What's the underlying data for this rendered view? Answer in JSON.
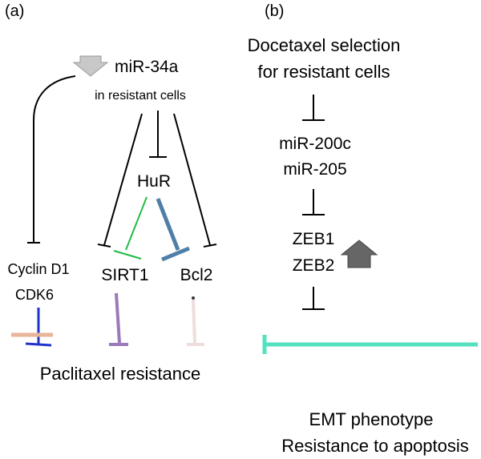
{
  "panel_a": {
    "label": "(a)",
    "mir34a": "miR-34a",
    "resistant_cells": "in resistant cells",
    "hur": "HuR",
    "cyclin": "Cyclin D1",
    "cdk6": "CDK6",
    "sirt1": "SIRT1",
    "bcl2": "Bcl2",
    "outcome": "Paclitaxel resistance"
  },
  "panel_b": {
    "label": "(b)",
    "selection_line1": "Docetaxel selection",
    "selection_line2": "for resistant cells",
    "mir200c": "miR-200c",
    "mir205": "miR-205",
    "zeb1": "ZEB1",
    "zeb2": "ZEB2",
    "outcome_line1": "EMT phenotype",
    "outcome_line2": "Resistance to apoptosis"
  },
  "colors": {
    "hur_sirt1": "#22bb44",
    "hur_bcl2": "#4f7fa8",
    "cyclin_bar": "#e8b49a",
    "cdk6_stem": "#2233cc",
    "sirt1_stem": "#9a7ab8",
    "bcl2_stem": "#eedddd",
    "long_inhibitor": "#55e0c0",
    "arrow_down": "#c8c8c8",
    "arrow_up": "#666666"
  }
}
